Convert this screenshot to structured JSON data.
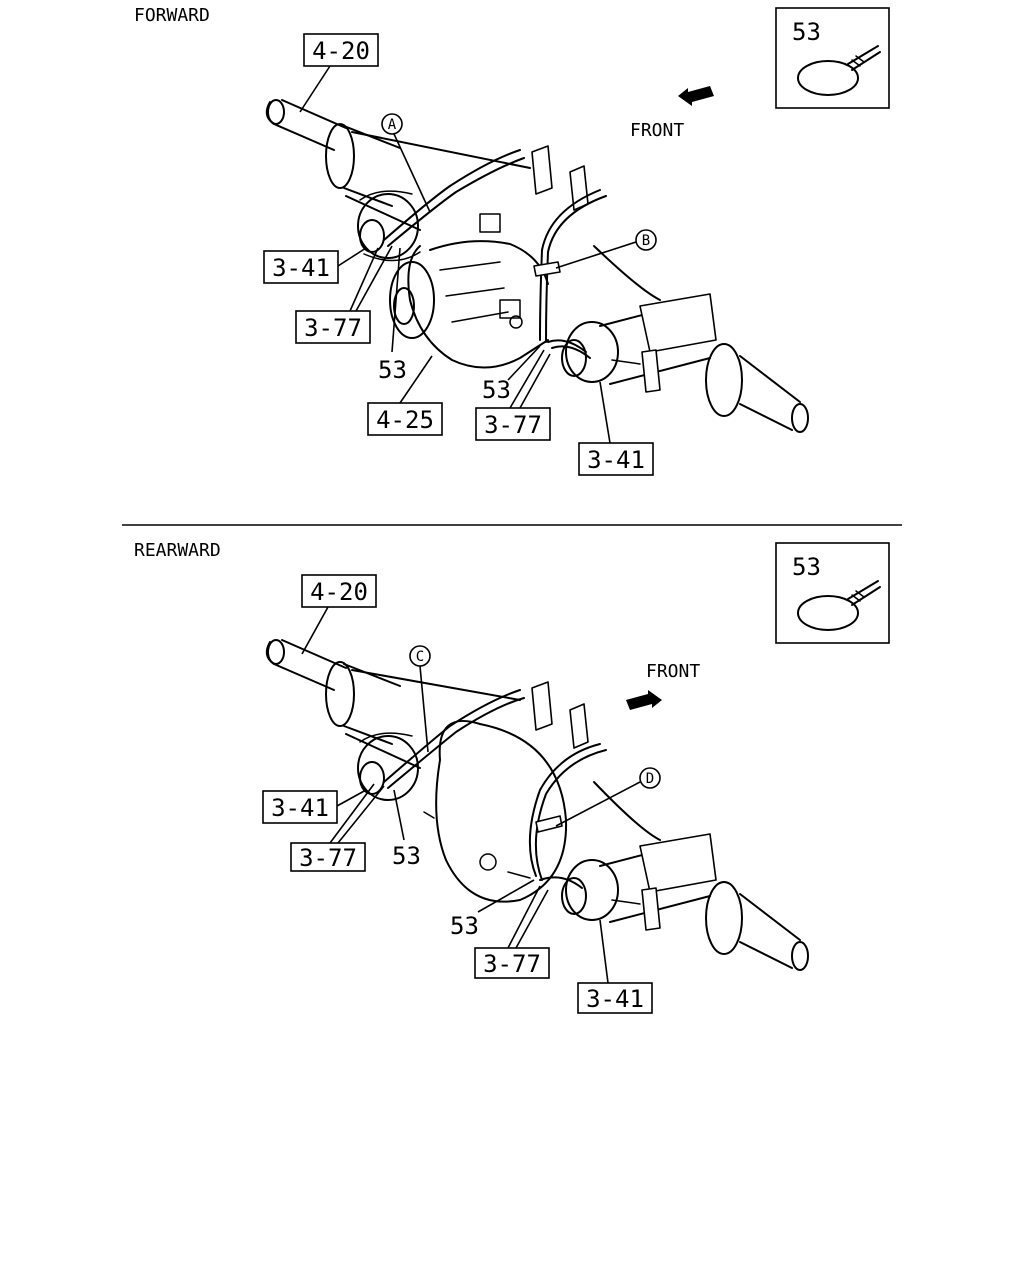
{
  "sections": [
    {
      "header": "FORWARD",
      "front_label": "FRONT",
      "inset_part": "53",
      "callouts": {
        "shaft": "4-20",
        "left_joint": "3-41",
        "left_clip": "3-77",
        "left_band": "53",
        "housing": "4-25",
        "right_band": "53",
        "right_clip": "3-77",
        "right_joint": "3-41"
      },
      "markers": [
        "A",
        "B"
      ]
    },
    {
      "header": "REARWARD",
      "front_label": "FRONT",
      "inset_part": "53",
      "callouts": {
        "shaft": "4-20",
        "left_joint": "3-41",
        "left_clip": "3-77",
        "left_band": "53",
        "right_band": "53",
        "right_clip": "3-77",
        "right_joint": "3-41"
      },
      "markers": [
        "C",
        "D"
      ]
    }
  ]
}
